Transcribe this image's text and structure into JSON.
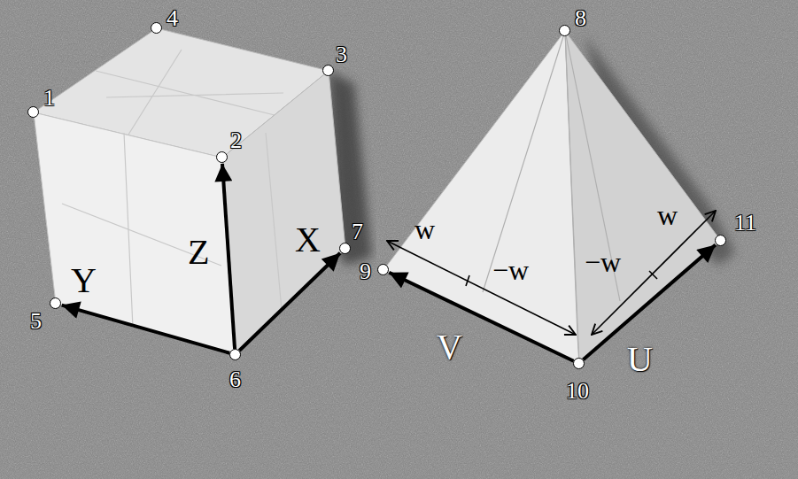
{
  "diagram": {
    "nodes": [
      {
        "text": [
          "1"
        ]
      },
      {
        "text": [
          "2"
        ]
      },
      {
        "text": [
          "3"
        ]
      },
      {
        "text": [
          "4"
        ]
      },
      {
        "text": [
          "5"
        ]
      },
      {
        "text": [
          "6"
        ]
      },
      {
        "text": [
          "7"
        ]
      },
      {
        "text": [
          "8"
        ]
      },
      {
        "text": [
          "9"
        ]
      },
      {
        "text": [
          "10"
        ]
      },
      {
        "text": [
          "11"
        ]
      }
    ],
    "edges": [
      {
        "from": 5,
        "to": 4,
        "arrow": "to",
        "label": "Y"
      },
      {
        "from": 5,
        "to": 1,
        "arrow": "to",
        "label": "Z"
      },
      {
        "from": 5,
        "to": 6,
        "arrow": "to",
        "label": "X"
      },
      {
        "from": 9,
        "to": 8,
        "arrow": "to",
        "label": "V"
      },
      {
        "from": 9,
        "to": 10,
        "arrow": "to",
        "label": "U"
      }
    ],
    "labels": [
      "w",
      "−w",
      "−w",
      "w"
    ]
  }
}
